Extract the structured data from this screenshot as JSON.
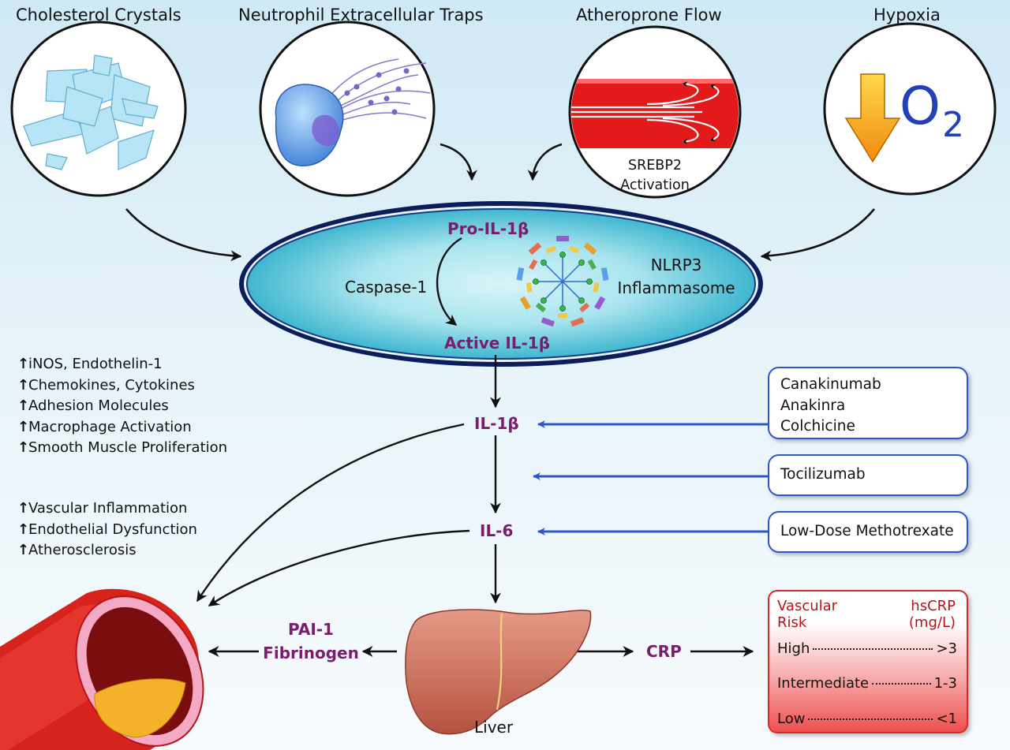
{
  "triggers": {
    "cholesterol_crystals": "Cholesterol Crystals",
    "nets": "Neutrophil Extracellular Traps",
    "atheroprone_flow": "Atheroprone Flow",
    "hypoxia": "Hypoxia"
  },
  "flow_caption": {
    "line1": "SREBP2",
    "line2": "Activation"
  },
  "o2_symbol": {
    "o": "O",
    "sub": "2"
  },
  "inflammasome": {
    "pro": "Pro-IL-1β",
    "caspase": "Caspase-1",
    "active": "Active IL-1β",
    "name_line1": "NLRP3",
    "name_line2": "Inflammasome"
  },
  "cascade": {
    "il1b": "IL-1β",
    "il6": "IL-6",
    "pai1": "PAI-1",
    "fibrinogen": "Fibrinogen",
    "crp": "CRP",
    "liver": "Liver"
  },
  "effects_il1b": [
    "iNOS, Endothelin-1",
    "Chemokines, Cytokines",
    "Adhesion Molecules",
    "Macrophage Activation",
    "Smooth Muscle Proliferation"
  ],
  "effects_il6": [
    "Vascular Inflammation",
    "Endothelial Dysfunction",
    "Atherosclerosis"
  ],
  "up_arrow": "↑",
  "drugs": {
    "il1b_box": [
      "Canakinumab",
      "Anakinra",
      "Colchicine"
    ],
    "tocilizumab": "Tocilizumab",
    "methotrexate": "Low-Dose Methotrexate"
  },
  "risk_table": {
    "header_left_1": "Vascular",
    "header_left_2": "Risk",
    "header_right_1": "hsCRP",
    "header_right_2": "(mg/L)",
    "rows": [
      {
        "label": "High",
        "value": ">3"
      },
      {
        "label": "Intermediate",
        "value": "1-3"
      },
      {
        "label": "Low",
        "value": "<1"
      }
    ]
  },
  "colors": {
    "purple_text": "#7a1d6e",
    "drug_blue": "#2d56c8",
    "risk_red": "#b3151b",
    "artery_red": "#d8231c",
    "liver_brown": "#c9685a"
  }
}
